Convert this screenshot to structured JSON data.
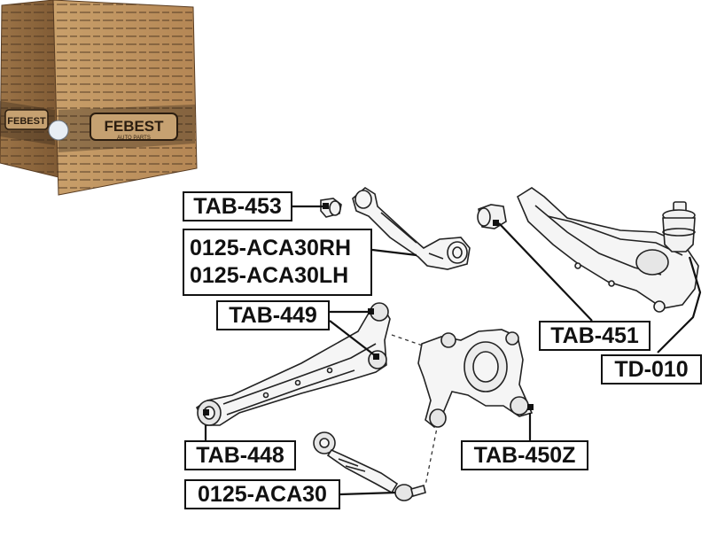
{
  "box": {
    "brand": "FEBEST",
    "subtitle": "AUTO PARTS",
    "pattern_text": "en iyi nitelik · genuine quality · qualité supérieure · calidad de primera · summum bonum · spitzenqualität · nastoletnie"
  },
  "labels": [
    {
      "id": "tab-453",
      "text": "TAB-453"
    },
    {
      "id": "aca30rh-lh",
      "lines": [
        "0125-ACA30RH",
        "0125-ACA30LH"
      ]
    },
    {
      "id": "tab-449",
      "text": "TAB-449"
    },
    {
      "id": "tab-451",
      "text": "TAB-451"
    },
    {
      "id": "td-010",
      "text": "TD-010"
    },
    {
      "id": "tab-448",
      "text": "TAB-448"
    },
    {
      "id": "tab-450z",
      "text": "TAB-450Z"
    },
    {
      "id": "aca30",
      "text": "0125-ACA30"
    }
  ],
  "colors": {
    "ink": "#111111",
    "part_fill": "#f2f2f2",
    "part_stroke": "#222222",
    "box_base": "#b58a57",
    "box_dark": "#8a6238",
    "box_band": "#3a2a1a"
  }
}
